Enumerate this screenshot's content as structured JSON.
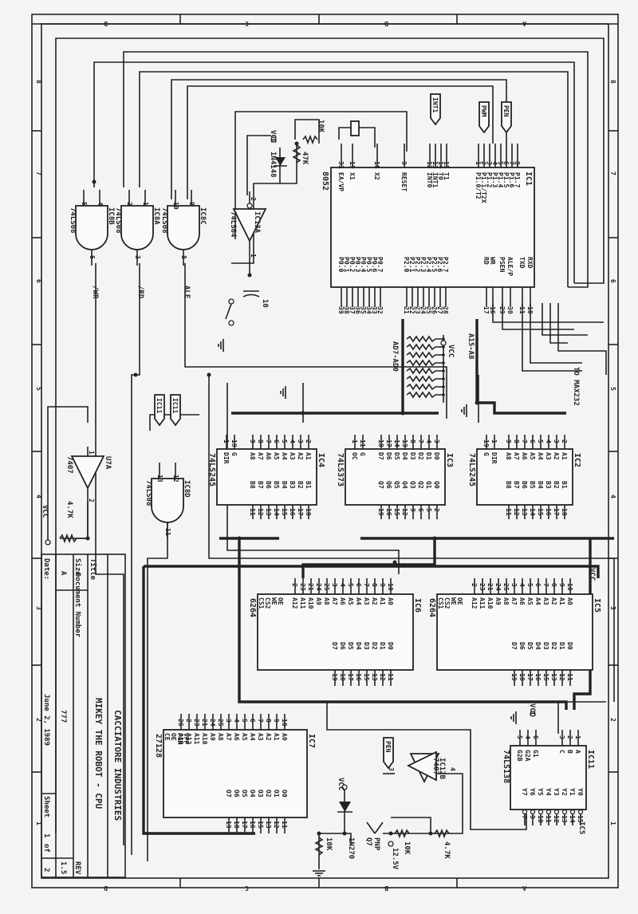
{
  "title_block": {
    "company": "CACCIATORE INDUSTRIES",
    "title_label": "Title",
    "title": "MIKEY THE ROBOT - CPU",
    "size_label": "Size",
    "size": "A",
    "doc_number_label": "Document Number",
    "doc_number": "777",
    "rev_label": "REV",
    "rev": "1.5",
    "date_label": "Date:",
    "date": "June  2, 1989",
    "sheet_label": "Sheet",
    "sheet": "1",
    "of_label": "of",
    "sheet_total": "2"
  },
  "frame": {
    "zone_letters": [
      "A",
      "B",
      "C",
      "D"
    ],
    "zone_numbers": [
      "8",
      "7",
      "6",
      "5",
      "4",
      "3",
      "2",
      "1"
    ]
  },
  "components": {
    "ic1": {
      "ref": "IC1",
      "part": "8052",
      "left_pins": [
        {
          "num": "31",
          "name": "EA/VP"
        },
        {
          "num": "19",
          "name": "X1"
        },
        {
          "num": "18",
          "name": "X2"
        },
        {
          "num": "9",
          "name": "RESET"
        },
        {
          "num": "12",
          "name": "INT0"
        },
        {
          "num": "13",
          "name": "INT1"
        },
        {
          "num": "14",
          "name": "T0"
        },
        {
          "num": "15",
          "name": "T1"
        },
        {
          "num": "1",
          "name": "P1.0/T2"
        },
        {
          "num": "2",
          "name": "P1.1/T2X"
        },
        {
          "num": "3",
          "name": "P1.2"
        },
        {
          "num": "4",
          "name": "P1.3"
        },
        {
          "num": "5",
          "name": "P1.4"
        },
        {
          "num": "6",
          "name": "P1.5"
        },
        {
          "num": "7",
          "name": "P1.6"
        },
        {
          "num": "8",
          "name": "P1.7"
        }
      ],
      "right_pins": [
        {
          "num": "39",
          "name": "P0.0"
        },
        {
          "num": "38",
          "name": "P0.1"
        },
        {
          "num": "37",
          "name": "P0.2"
        },
        {
          "num": "36",
          "name": "P0.3"
        },
        {
          "num": "35",
          "name": "P0.4"
        },
        {
          "num": "34",
          "name": "P0.5"
        },
        {
          "num": "33",
          "name": "P0.6"
        },
        {
          "num": "32",
          "name": "P0.7"
        },
        {
          "num": "21",
          "name": "P2.0"
        },
        {
          "num": "22",
          "name": "P2.1"
        },
        {
          "num": "23",
          "name": "P2.2"
        },
        {
          "num": "24",
          "name": "P2.3"
        },
        {
          "num": "25",
          "name": "P2.4"
        },
        {
          "num": "26",
          "name": "P2.5"
        },
        {
          "num": "27",
          "name": "P2.6"
        },
        {
          "num": "28",
          "name": "P2.7"
        },
        {
          "num": "17",
          "name": "RD"
        },
        {
          "num": "16",
          "name": "WR"
        },
        {
          "num": "29",
          "name": "PSEN"
        },
        {
          "num": "30",
          "name": "ALE/P"
        },
        {
          "num": "11",
          "name": "TXD"
        },
        {
          "num": "10",
          "name": "RXD"
        }
      ]
    },
    "ic2": {
      "ref": "IC2",
      "part": "74LS245",
      "a_pins": [
        "A1",
        "A2",
        "A3",
        "A4",
        "A5",
        "A6",
        "A7",
        "A8"
      ],
      "b_pins": [
        "B1",
        "B2",
        "B3",
        "B4",
        "B5",
        "B6",
        "B7",
        "B8"
      ],
      "ctrl": [
        "G",
        "DIR"
      ],
      "a_nums": [
        "2",
        "3",
        "4",
        "5",
        "6",
        "7",
        "8",
        "9"
      ],
      "b_nums": [
        "18",
        "17",
        "16",
        "15",
        "14",
        "13",
        "12",
        "11"
      ],
      "ctrl_nums": [
        "19",
        "1"
      ]
    },
    "ic3": {
      "ref": "IC3",
      "part": "74LS373",
      "a_pins": [
        "D0",
        "D1",
        "D2",
        "D3",
        "D4",
        "D5",
        "D6",
        "D7"
      ],
      "b_pins": [
        "Q0",
        "Q1",
        "Q2",
        "Q3",
        "Q4",
        "Q5",
        "Q6",
        "Q7"
      ],
      "ctrl": [
        "OC",
        "G"
      ],
      "a_nums": [
        "3",
        "4",
        "7",
        "8",
        "13",
        "14",
        "17",
        "18"
      ],
      "b_nums": [
        "2",
        "5",
        "6",
        "9",
        "12",
        "15",
        "16",
        "19"
      ],
      "ctrl_nums": [
        "1",
        "11"
      ]
    },
    "ic4": {
      "ref": "IC4",
      "part": "74LS245",
      "a_pins": [
        "A1",
        "A2",
        "A3",
        "A4",
        "A5",
        "A6",
        "A7",
        "A8"
      ],
      "b_pins": [
        "B1",
        "B2",
        "B3",
        "B4",
        "B5",
        "B6",
        "B7",
        "B8"
      ],
      "ctrl": [
        "DIR",
        "G"
      ],
      "a_nums": [
        "2",
        "3",
        "4",
        "5",
        "6",
        "7",
        "8",
        "9"
      ],
      "b_nums": [
        "18",
        "17",
        "16",
        "15",
        "14",
        "13",
        "12",
        "11"
      ],
      "ctrl_nums": [
        "1",
        "19"
      ]
    },
    "ic5": {
      "ref": "IC5",
      "part": "6264",
      "addr": [
        "A0",
        "A1",
        "A2",
        "A3",
        "A4",
        "A5",
        "A6",
        "A7",
        "A8",
        "A9",
        "A10",
        "A11",
        "A12"
      ],
      "ctrl": [
        "CS1",
        "CS2",
        "WE",
        "OE"
      ],
      "data": [
        "D0",
        "D1",
        "D2",
        "D3",
        "D4",
        "D5",
        "D6",
        "D7"
      ],
      "addr_nums": [
        "10",
        "9",
        "8",
        "7",
        "6",
        "5",
        "4",
        "3",
        "25",
        "24",
        "21",
        "23",
        "2"
      ],
      "ctrl_nums": [
        "20",
        "26",
        "27",
        "22"
      ],
      "data_nums": [
        "11",
        "12",
        "13",
        "15",
        "16",
        "17",
        "18",
        "19"
      ]
    },
    "ic6": {
      "ref": "IC6",
      "part": "6264",
      "addr": [
        "A0",
        "A1",
        "A2",
        "A3",
        "A4",
        "A5",
        "A6",
        "A7",
        "A8",
        "A9",
        "A10",
        "A11",
        "A12"
      ],
      "ctrl": [
        "CS1",
        "CS2",
        "WE",
        "OE"
      ],
      "data": [
        "D0",
        "D1",
        "D2",
        "D3",
        "D4",
        "D5",
        "D6",
        "D7"
      ],
      "addr_nums": [
        "10",
        "9",
        "8",
        "7",
        "6",
        "5",
        "4",
        "3",
        "25",
        "24",
        "21",
        "23",
        "2"
      ],
      "ctrl_nums": [
        "20",
        "26",
        "27",
        "22"
      ],
      "data_nums": [
        "11",
        "12",
        "13",
        "15",
        "16",
        "17",
        "18",
        "19"
      ]
    },
    "ic7": {
      "ref": "IC7",
      "part": "27128",
      "addr": [
        "A0",
        "A1",
        "A2",
        "A3",
        "A4",
        "A5",
        "A6",
        "A7",
        "A8",
        "A9",
        "A10",
        "A11",
        "A12",
        "A13"
      ],
      "ctrl": [
        "CE",
        "OE",
        "PGM",
        "VPP"
      ],
      "data": [
        "O0",
        "O1",
        "O2",
        "O3",
        "O4",
        "O5",
        "O6",
        "O7"
      ],
      "addr_nums": [
        "10",
        "9",
        "8",
        "7",
        "6",
        "5",
        "4",
        "3",
        "25",
        "24",
        "21",
        "23",
        "2",
        "26"
      ],
      "ctrl_nums": [
        "20",
        "22",
        "27",
        "1"
      ],
      "data_nums": [
        "11",
        "12",
        "13",
        "15",
        "16",
        "17",
        "18",
        "19"
      ]
    },
    "ic11": {
      "ref": "IC11",
      "part": "74LS138",
      "inputs": [
        "A",
        "B",
        "C"
      ],
      "enables": [
        "G1",
        "G2A",
        "G2B"
      ],
      "outputs": [
        "Y0",
        "Y1",
        "Y2",
        "Y3",
        "Y4",
        "Y5",
        "Y6",
        "Y7"
      ],
      "input_nums": [
        "1",
        "2",
        "3"
      ],
      "enable_nums": [
        "6",
        "4",
        "5"
      ],
      "output_nums": [
        "15",
        "14",
        "13",
        "12",
        "11",
        "10",
        "9",
        "7"
      ]
    },
    "ic8a": {
      "ref": "IC8A",
      "part": "74LS08",
      "in": [
        "1",
        "2"
      ],
      "out": "3",
      "net": "/RD"
    },
    "ic8b": {
      "ref": "IC8B",
      "part": "74LS08",
      "in": [
        "4",
        "5"
      ],
      "out": "6",
      "net": "/WR"
    },
    "ic8c": {
      "ref": "IC8C",
      "part": "74LS08",
      "in": [
        "9",
        "10"
      ],
      "out": "8",
      "net": "ALE"
    },
    "ic8d": {
      "ref": "IC8D",
      "part": "74LS08",
      "in": [
        "12",
        "13"
      ],
      "out": "11",
      "inputs_from": [
        "IC11",
        "IC11"
      ]
    },
    "ic13a": {
      "ref": "IC13A",
      "part": "74LS04",
      "in": "1",
      "out": "2"
    },
    "ic12b": {
      "ref": "IC12B",
      "part": "7407",
      "in": "3",
      "out": "4"
    },
    "u7a": {
      "ref": "U7A",
      "part": "7407",
      "in": "1",
      "out": "2"
    }
  },
  "passives": {
    "r_10k_reset": "10K",
    "r_47k": "47K",
    "d_reset": "1N4148",
    "c_reset": "10",
    "r_4k7_u7": "4.7K",
    "r_10k_vpp": "10K",
    "d_vpp": "1N270",
    "q7": "Q7",
    "q7_type": "PNP",
    "r_10k_q7": "10K",
    "r_4k7_q7": "4.7K",
    "v_prog": "12.5V"
  },
  "nets": {
    "vcc": "VCC",
    "ad_bus": "AD7-AD0",
    "a_bus": "A15-A8",
    "rd": "/RD",
    "wr": "/WR",
    "ale": "ALE",
    "to_max": "TO MAX232",
    "int1": "INT1",
    "pwm": "PWM",
    "pen": "PEN",
    "ic5_ref": "IC5"
  }
}
